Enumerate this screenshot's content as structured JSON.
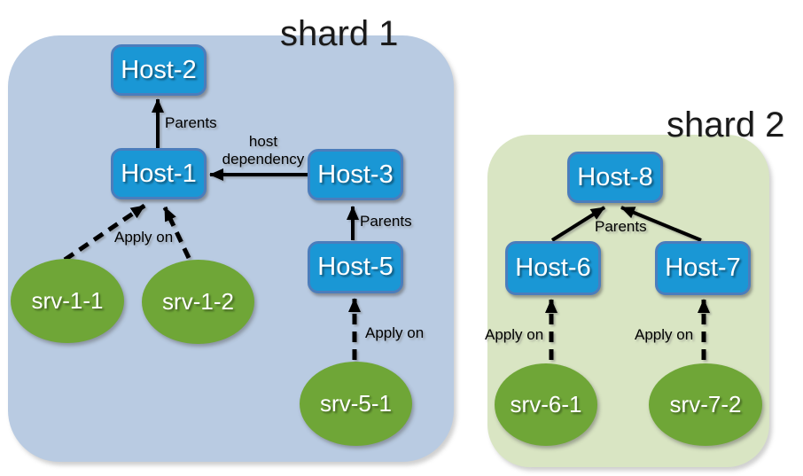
{
  "colors": {
    "shard1_bg": "#b9cbe2",
    "shard2_bg": "#d9e5c3",
    "host_fill": "#1a97d5",
    "host_border": "#4b7dbc",
    "service_fill": "#6fa637",
    "node_text": "#ffffff",
    "label_text": "#000000",
    "title_text": "#1a1a1a",
    "edge_stroke": "#000000"
  },
  "shard1": {
    "title": "shard 1",
    "hosts": {
      "h2": "Host-2",
      "h1": "Host-1",
      "h3": "Host-3",
      "h5": "Host-5"
    },
    "services": {
      "s11": "srv-1-1",
      "s12": "srv-1-2",
      "s51": "srv-5-1"
    },
    "labels": {
      "parents_h1h2": "Parents",
      "host_dependency": "host dependency",
      "parents_h5h3": "Parents",
      "apply_srv1": "Apply on",
      "apply_srv5": "Apply on"
    }
  },
  "shard2": {
    "title": "shard 2",
    "hosts": {
      "h8": "Host-8",
      "h6": "Host-6",
      "h7": "Host-7"
    },
    "services": {
      "s61": "srv-6-1",
      "s72": "srv-7-2"
    },
    "labels": {
      "parents_h8": "Parents",
      "apply_srv6": "Apply on",
      "apply_srv7": "Apply on"
    }
  }
}
